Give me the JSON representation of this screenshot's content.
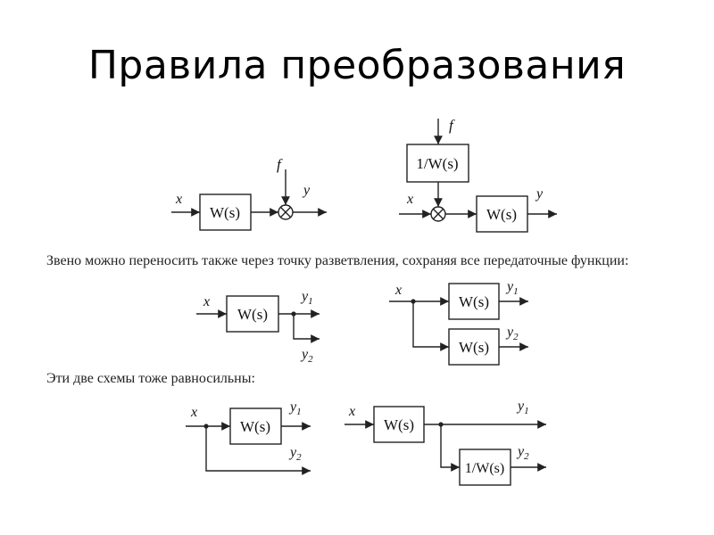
{
  "slide": {
    "title": "Правила преобразования",
    "caption1": "Звено можно переносить также через точку разветвления, сохраняя все передаточные функции:",
    "caption2": "Эти две схемы тоже равносильны:"
  },
  "labels": {
    "x": "x",
    "y": "y",
    "f": "f",
    "y1_base": "y",
    "y1_sub": "1",
    "y2_base": "y",
    "y2_sub": "2",
    "ws": "W(s)",
    "inv_ws": "1/W(s)"
  }
}
